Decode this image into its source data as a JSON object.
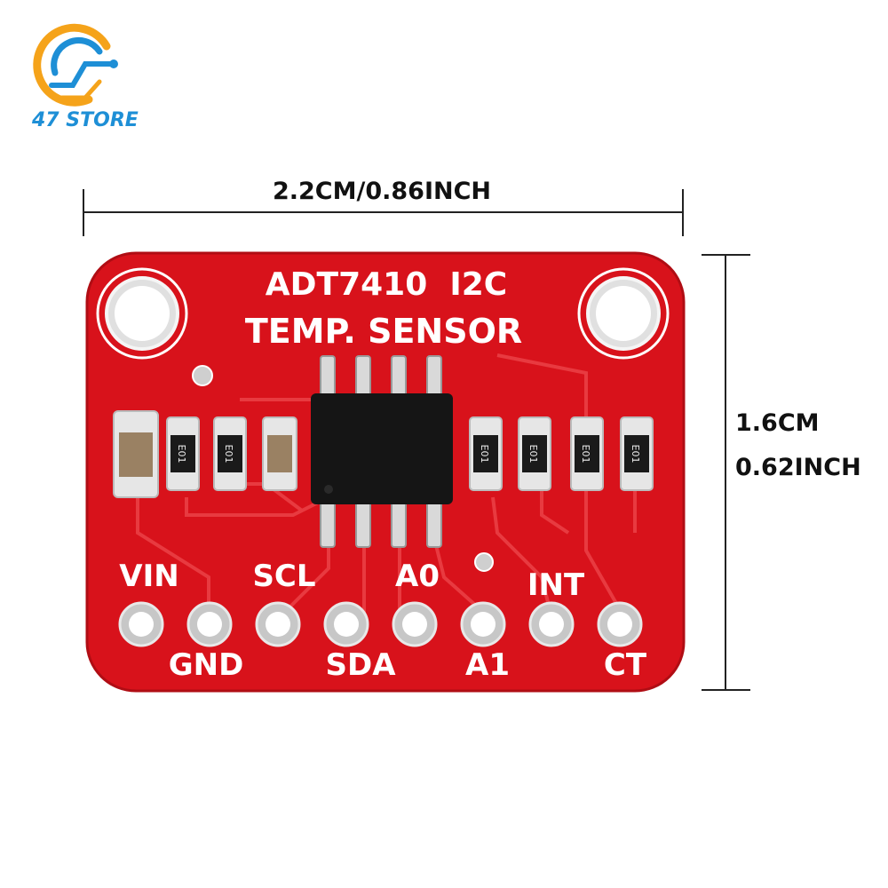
{
  "brand": {
    "name": "47 STORE",
    "colors": {
      "orange": "#f5a31a",
      "blue": "#1e8fd6"
    }
  },
  "dimensions": {
    "width_label": "2.2CM/0.86INCH",
    "height_label_cm": "1.6CM",
    "height_label_inch": "0.62INCH"
  },
  "board": {
    "title_line1": "ADT7410  I2C",
    "title_line2": "TEMP. SENSOR",
    "pcb_color": "#d8121b",
    "pins_top": [
      "VIN",
      "SCL",
      "A0",
      "INT"
    ],
    "pins_bottom": [
      "GND",
      "SDA",
      "A1",
      "CT"
    ],
    "resistor_code": "E01"
  }
}
